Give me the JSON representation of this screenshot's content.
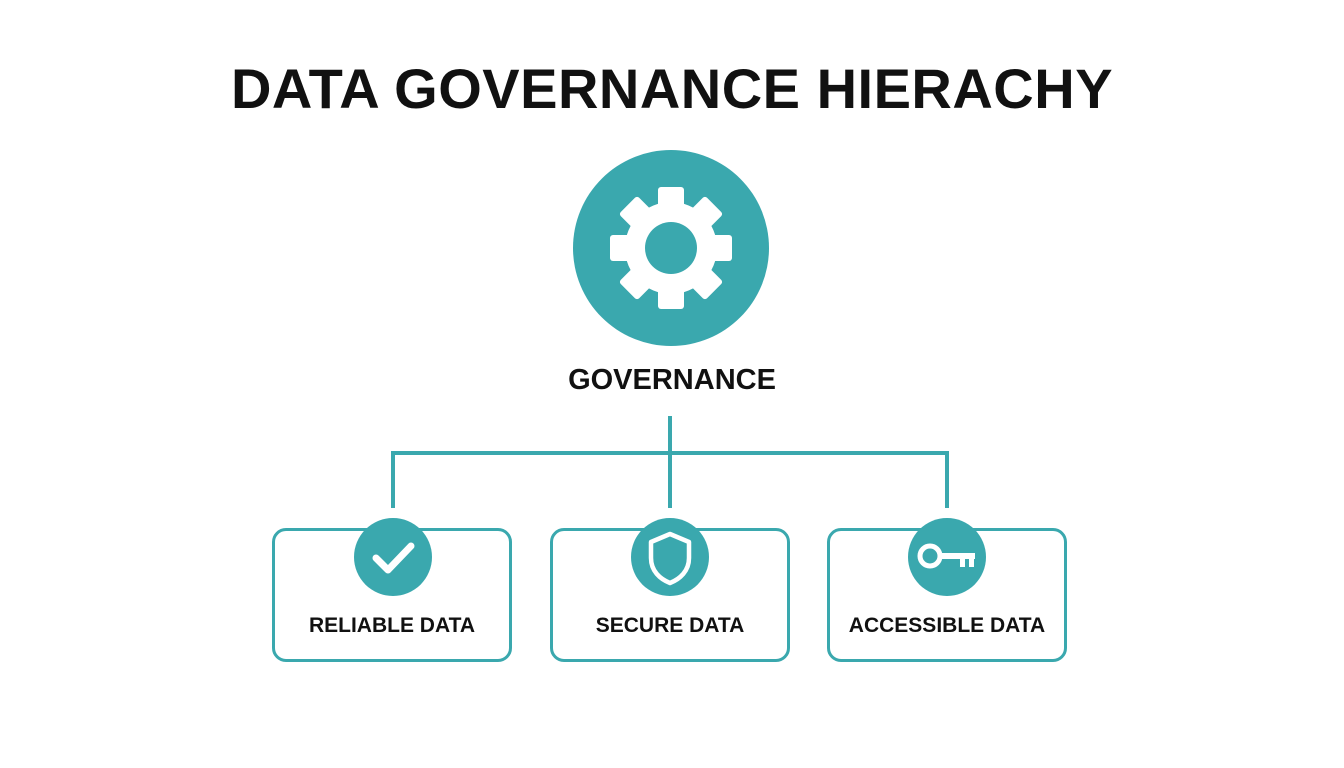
{
  "title": "DATA GOVERNANCE HIERACHY",
  "root": {
    "label": "GOVERNANCE",
    "icon": "gear-icon"
  },
  "children": [
    {
      "label": "RELIABLE DATA",
      "icon": "checkmark-icon"
    },
    {
      "label": "SECURE DATA",
      "icon": "shield-icon"
    },
    {
      "label": "ACCESSIBLE DATA",
      "icon": "key-icon"
    }
  ],
  "colors": {
    "accent": "#3aa8ae",
    "text": "#111111",
    "background": "#ffffff"
  }
}
